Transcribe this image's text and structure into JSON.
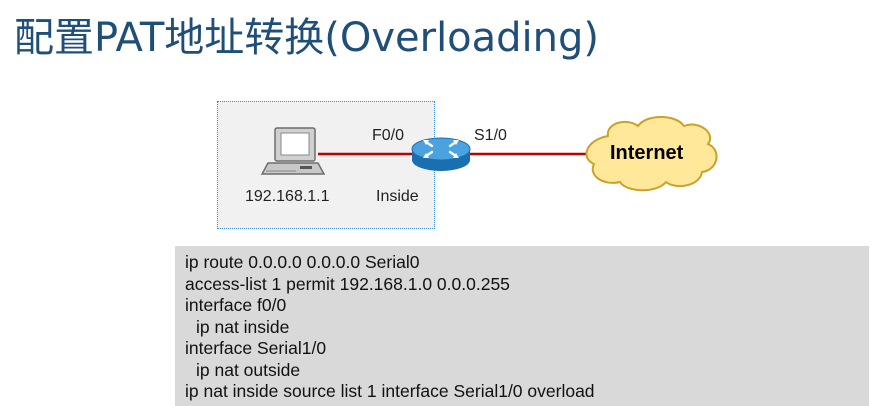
{
  "title": "配置PAT地址转换(Overloading)",
  "diagram": {
    "pc_ip": "192.168.1.1",
    "inside_label": "Inside",
    "router_port_in": "F0/0",
    "router_port_out": "S1/0",
    "cloud_label": "Internet",
    "link_color": "#c00000",
    "region_border_color": "#3a8fc9"
  },
  "config": {
    "lines": [
      {
        "text": "ip route 0.0.0.0 0.0.0.0 Serial0",
        "indent": false
      },
      {
        "text": "access-list 1 permit 192.168.1.0 0.0.0.255",
        "indent": false
      },
      {
        "text": "interface f0/0",
        "indent": false
      },
      {
        "text": "ip nat inside",
        "indent": true
      },
      {
        "text": "interface Serial1/0",
        "indent": false
      },
      {
        "text": "ip nat outside",
        "indent": true
      },
      {
        "text": "ip nat inside source list 1 interface Serial1/0 overload",
        "indent": false
      }
    ]
  }
}
